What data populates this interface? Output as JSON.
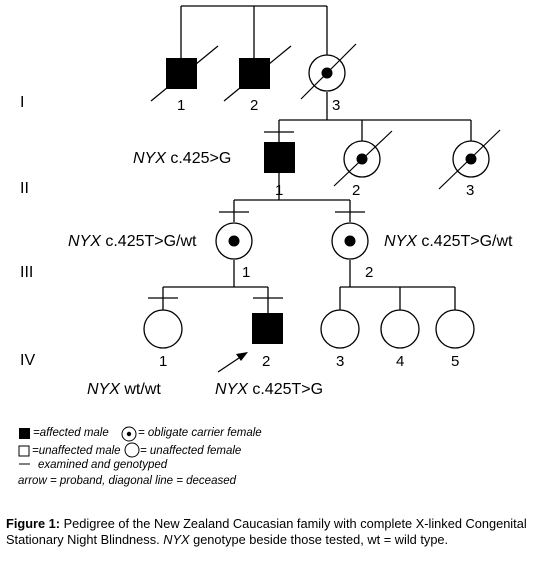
{
  "generations": [
    "I",
    "II",
    "III",
    "IV"
  ],
  "individuals": {
    "I1": {
      "number": "1",
      "sex": "male",
      "status": "affected",
      "deceased": true
    },
    "I2": {
      "number": "2",
      "sex": "male",
      "status": "affected",
      "deceased": true
    },
    "I3": {
      "number": "3",
      "sex": "female",
      "status": "obligate carrier",
      "deceased": true
    },
    "II1": {
      "number": "1",
      "sex": "male",
      "status": "affected",
      "genotyped": true,
      "genotype_gene": "NYX",
      "genotype_variant": " c.425>G"
    },
    "II2": {
      "number": "2",
      "sex": "female",
      "status": "obligate carrier",
      "deceased": true
    },
    "II3": {
      "number": "3",
      "sex": "female",
      "status": "obligate carrier",
      "deceased": true
    },
    "III1": {
      "number": "1",
      "sex": "female",
      "status": "obligate carrier",
      "genotyped": true,
      "genotype_gene": "NYX",
      "genotype_variant": " c.425T>G/wt"
    },
    "III2": {
      "number": "2",
      "sex": "female",
      "status": "obligate carrier",
      "genotyped": true,
      "genotype_gene": "NYX",
      "genotype_variant": " c.425T>G/wt"
    },
    "IV1": {
      "number": "1",
      "sex": "female",
      "status": "unaffected",
      "genotyped": true,
      "genotype_gene": "NYX",
      "genotype_variant": " wt/wt"
    },
    "IV2": {
      "number": "2",
      "sex": "male",
      "status": "affected",
      "genotyped": true,
      "proband": true,
      "genotype_gene": "NYX",
      "genotype_variant": " c.425T>G"
    },
    "IV3": {
      "number": "3",
      "sex": "female",
      "status": "unaffected"
    },
    "IV4": {
      "number": "4",
      "sex": "female",
      "status": "unaffected"
    },
    "IV5": {
      "number": "5",
      "sex": "female",
      "status": "unaffected"
    }
  },
  "legend": {
    "affected_male": "=affected male",
    "obligate_carrier": " = obligate carrier female",
    "unaffected_male": "=unaffected male",
    "unaffected_female": " = unaffected  female",
    "examined": "examined and genotyped",
    "arrow_deceased": "arrow = proband,   diagonal line = deceased"
  },
  "caption": {
    "label": "Figure 1:",
    "text1": " Pedigree of the New Zealand Caucasian family with complete X-linked Congenital Stationary Night Blindness. ",
    "gene": "NYX",
    "text2": " genotype beside those tested, wt = wild type."
  }
}
